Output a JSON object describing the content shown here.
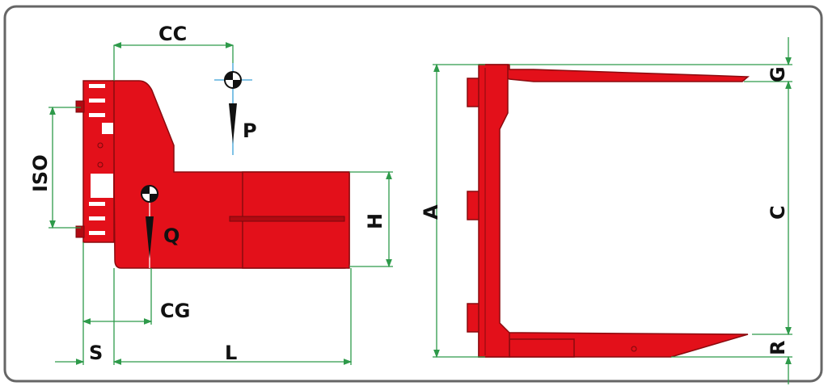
{
  "side_view": {
    "labels": {
      "cc": "CC",
      "p": "P",
      "iso": "ISO",
      "q": "Q",
      "h": "H",
      "cg": "CG",
      "s": "S",
      "l": "L"
    }
  },
  "front_view": {
    "labels": {
      "a": "A",
      "g": "G",
      "c": "C",
      "r": "R"
    }
  },
  "colors": {
    "body": "#e3101a",
    "dimension": "#2e9a4a",
    "frame": "#666666"
  }
}
